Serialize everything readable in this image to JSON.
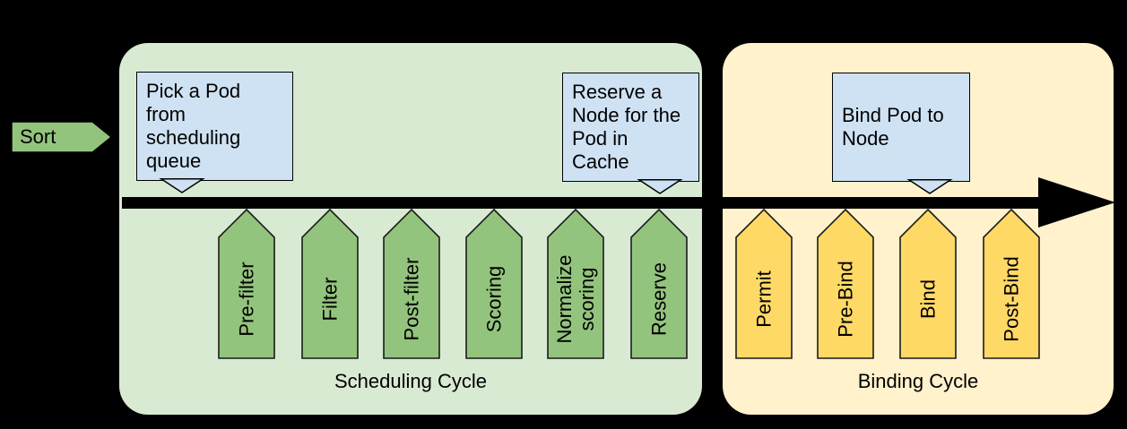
{
  "diagram": {
    "sort_label": "Sort",
    "scheduling": {
      "title": "Scheduling Cycle",
      "steps": [
        {
          "label": "Pre-filter"
        },
        {
          "label": "Filter"
        },
        {
          "label": "Post-filter"
        },
        {
          "label": "Scoring"
        },
        {
          "label": "Normalize\nscoring"
        },
        {
          "label": "Reserve"
        }
      ]
    },
    "binding": {
      "title": "Binding Cycle",
      "steps": [
        {
          "label": "Permit"
        },
        {
          "label": "Pre-Bind"
        },
        {
          "label": "Bind"
        },
        {
          "label": "Post-Bind"
        }
      ]
    },
    "callouts": [
      {
        "text": "Pick a Pod from\nscheduling\nqueue"
      },
      {
        "text": "Reserve a\nNode for the\nPod in Cache"
      },
      {
        "text": "Bind Pod to\nNode"
      }
    ],
    "colors": {
      "background": "#000000",
      "scheduling_panel": "#d9ead3",
      "binding_panel": "#fff2cc",
      "scheduling_step": "#93c47d",
      "binding_step": "#ffd966",
      "callout_fill": "#cfe2f3",
      "timeline": "#000000"
    }
  }
}
